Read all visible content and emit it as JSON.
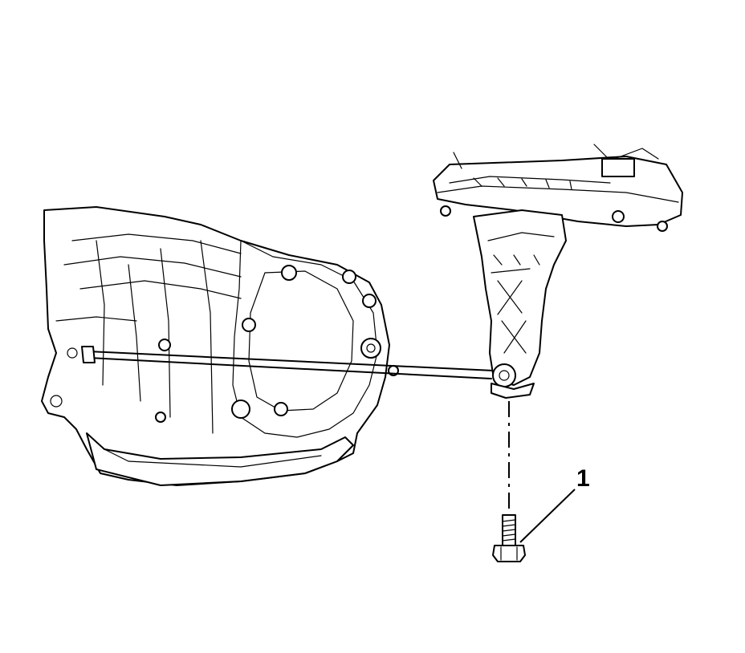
{
  "callouts": [
    {
      "id": "1",
      "label": "1",
      "target": "bolt"
    }
  ]
}
